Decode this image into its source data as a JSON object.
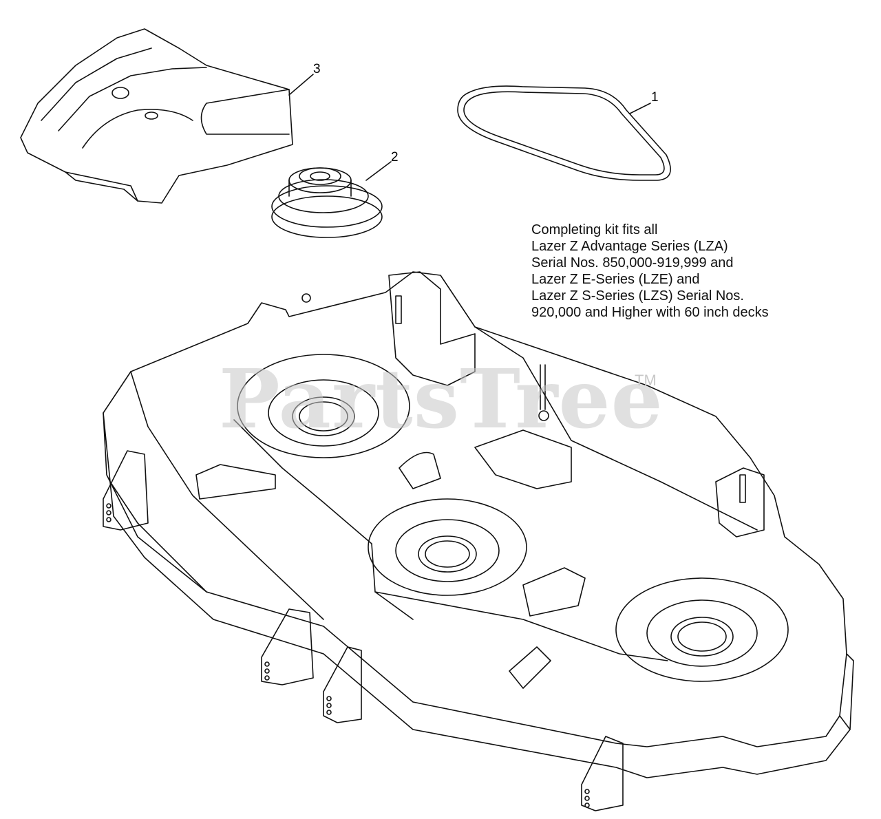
{
  "callouts": {
    "belt": "1",
    "pulley": "2",
    "shield": "3"
  },
  "note_lines": [
    "Completing kit fits all",
    "Lazer Z Advantage Series (LZA)",
    "Serial Nos. 850,000-919,999 and",
    "Lazer Z E-Series (LZE) and",
    "Lazer Z S-Series (LZS) Serial Nos.",
    "920,000 and Higher with 60 inch decks"
  ],
  "watermark": {
    "text": "PartsTree",
    "trademark": "TM"
  }
}
